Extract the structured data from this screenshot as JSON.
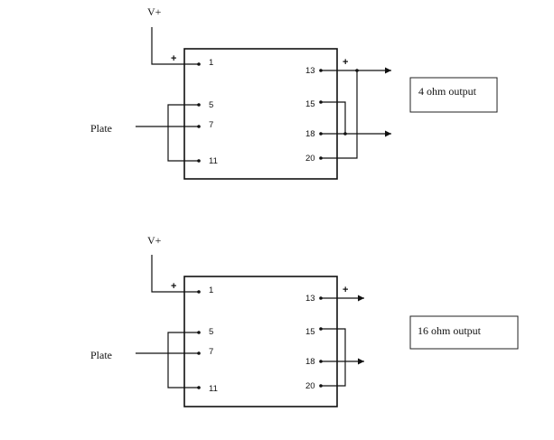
{
  "diagrams": [
    {
      "supply_label": "V+",
      "plate_label": "Plate",
      "plus_primary": "+",
      "plus_secondary": "+",
      "pins": {
        "p1": "1",
        "p5": "5",
        "p7": "7",
        "p11": "11",
        "p13": "13",
        "p15": "15",
        "p18": "18",
        "p20": "20"
      },
      "output_label": "4 ohm output"
    },
    {
      "supply_label": "V+",
      "plate_label": "Plate",
      "plus_primary": "+",
      "plus_secondary": "+",
      "pins": {
        "p1": "1",
        "p5": "5",
        "p7": "7",
        "p11": "11",
        "p13": "13",
        "p15": "15",
        "p18": "18",
        "p20": "20"
      },
      "output_label": "16 ohm output"
    }
  ]
}
